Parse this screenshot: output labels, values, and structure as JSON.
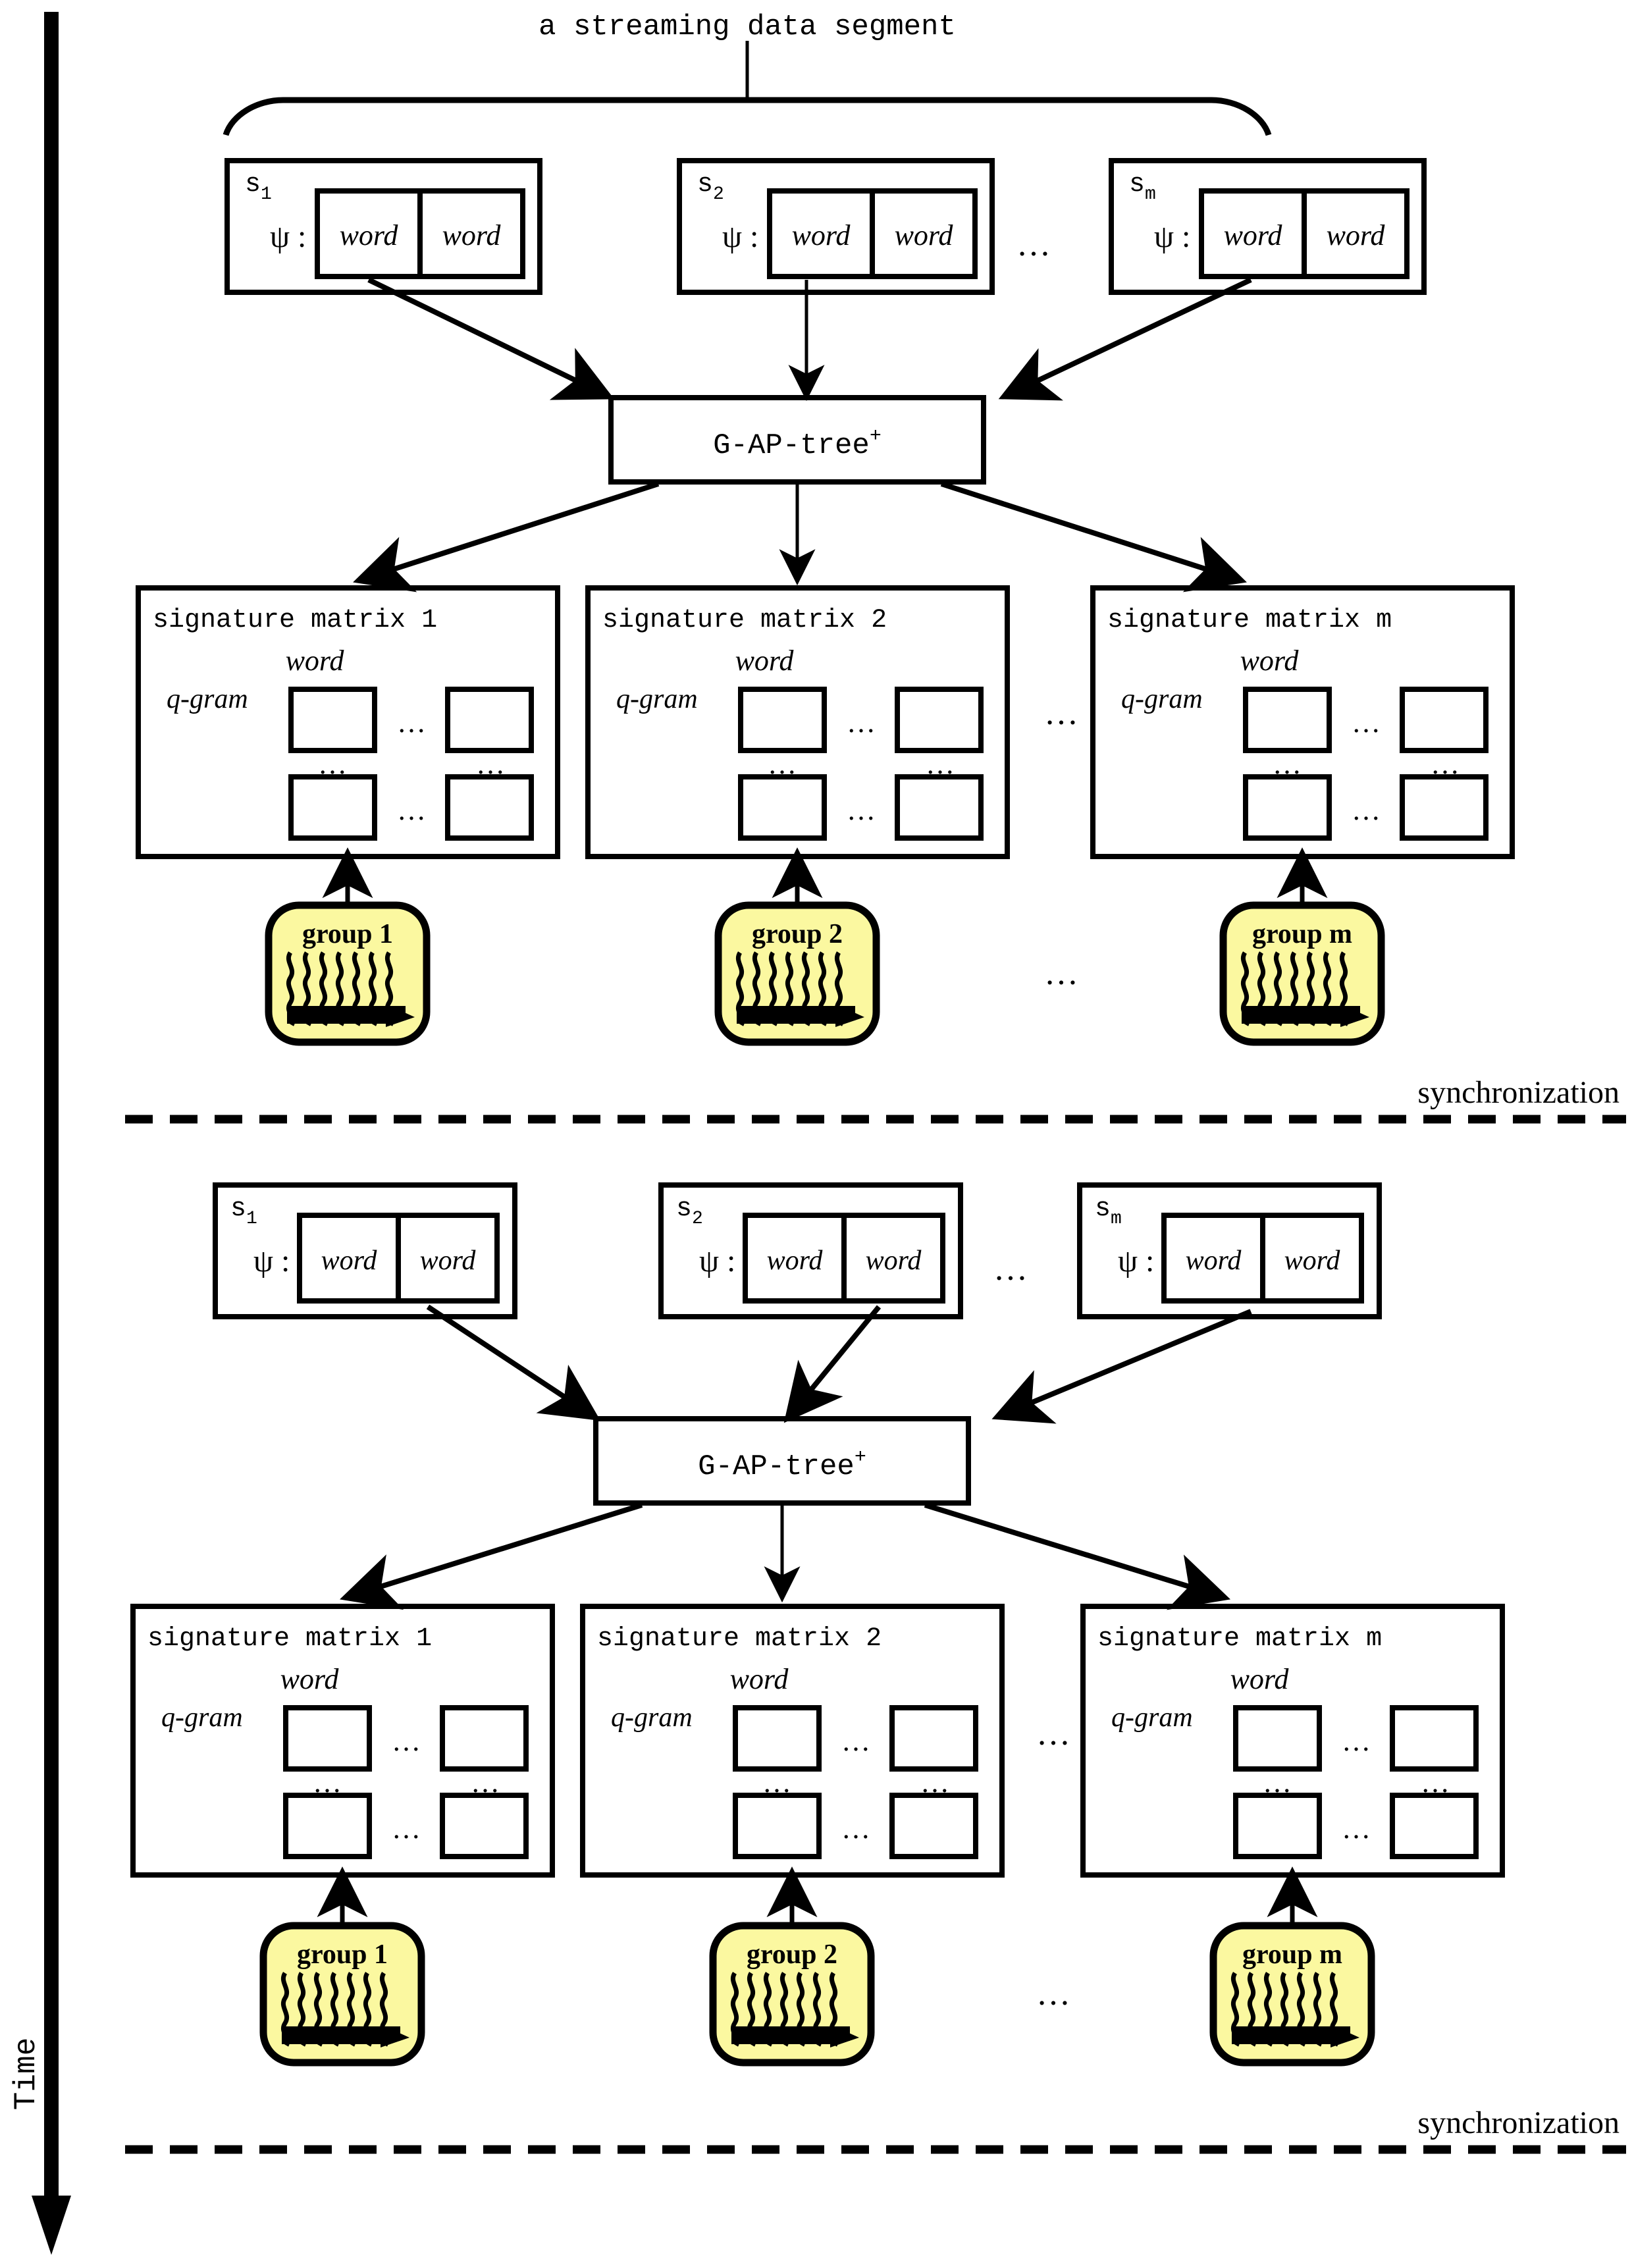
{
  "figure": {
    "title": "a streaming data segment",
    "time_axis_label": "Time"
  },
  "colors": {
    "group_fill": "#FBF8A0",
    "stroke": "#000000",
    "background": "#FFFFFF"
  },
  "sections": [
    {
      "id": "section-1",
      "has_segment_brace": true,
      "segment_label": "a streaming data segment",
      "streams": [
        {
          "id": "s1",
          "name": "s",
          "subscript": "1",
          "psi_label": "ψ :",
          "cells": [
            "word",
            "word"
          ]
        },
        {
          "id": "s2",
          "name": "s",
          "subscript": "2",
          "psi_label": "ψ :",
          "cells": [
            "word",
            "word"
          ]
        },
        {
          "id": "sm",
          "name": "s",
          "subscript": "m",
          "psi_label": "ψ :",
          "cells": [
            "word",
            "word"
          ]
        }
      ],
      "streams_ellipsis": "…",
      "tree": {
        "label": "G-AP-tree",
        "superscript": "+"
      },
      "matrices": [
        {
          "id": "sm1",
          "title": "signature matrix 1",
          "col_label": "word",
          "row_label": "q-gram",
          "h_ellipsis": "…",
          "v_ellipsis": "…"
        },
        {
          "id": "sm2",
          "title": "signature matrix 2",
          "col_label": "word",
          "row_label": "q-gram",
          "h_ellipsis": "…",
          "v_ellipsis": "…"
        },
        {
          "id": "smm",
          "title": "signature matrix m",
          "col_label": "word",
          "row_label": "q-gram",
          "h_ellipsis": "…",
          "v_ellipsis": "…"
        }
      ],
      "matrices_ellipsis": "…",
      "groups": [
        {
          "id": "g1",
          "label": "group 1"
        },
        {
          "id": "g2",
          "label": "group 2"
        },
        {
          "id": "gm",
          "label": "group m"
        }
      ],
      "groups_ellipsis": "…",
      "sync_label": "synchronization"
    },
    {
      "id": "section-2",
      "has_segment_brace": false,
      "segment_label": "",
      "streams": [
        {
          "id": "s1",
          "name": "s",
          "subscript": "1",
          "psi_label": "ψ :",
          "cells": [
            "word",
            "word"
          ]
        },
        {
          "id": "s2",
          "name": "s",
          "subscript": "2",
          "psi_label": "ψ :",
          "cells": [
            "word",
            "word"
          ]
        },
        {
          "id": "sm",
          "name": "s",
          "subscript": "m",
          "psi_label": "ψ :",
          "cells": [
            "word",
            "word"
          ]
        }
      ],
      "streams_ellipsis": "…",
      "tree": {
        "label": "G-AP-tree",
        "superscript": "+"
      },
      "matrices": [
        {
          "id": "sm1",
          "title": "signature matrix 1",
          "col_label": "word",
          "row_label": "q-gram",
          "h_ellipsis": "…",
          "v_ellipsis": "…"
        },
        {
          "id": "sm2",
          "title": "signature matrix 2",
          "col_label": "word",
          "row_label": "q-gram",
          "h_ellipsis": "…",
          "v_ellipsis": "…"
        },
        {
          "id": "smm",
          "title": "signature matrix m",
          "col_label": "word",
          "row_label": "q-gram",
          "h_ellipsis": "…",
          "v_ellipsis": "…"
        }
      ],
      "matrices_ellipsis": "…",
      "groups": [
        {
          "id": "g1",
          "label": "group 1"
        },
        {
          "id": "g2",
          "label": "group 2"
        },
        {
          "id": "gm",
          "label": "group m"
        }
      ],
      "groups_ellipsis": "…",
      "sync_label": "synchronization"
    }
  ]
}
